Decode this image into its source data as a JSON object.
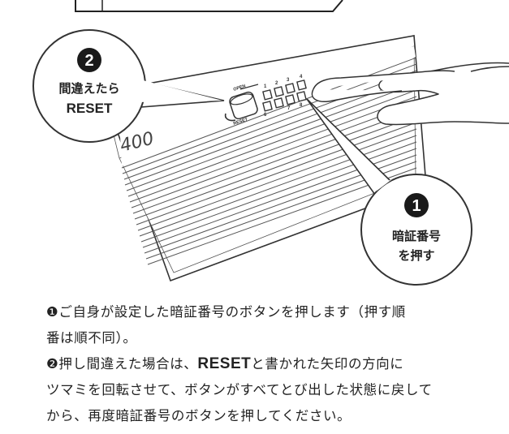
{
  "illustration": {
    "model_number": "400",
    "knob_labels": {
      "open": "OPEN",
      "reset": "RESET"
    },
    "keypad_digits_top": [
      "1",
      "2",
      "3",
      "4"
    ],
    "keypad_digits_bottom": [
      "6",
      "7",
      "8"
    ],
    "callout_reset": {
      "number": "2",
      "line1": "間違えたら",
      "line2": "RESET"
    },
    "callout_code": {
      "number": "1",
      "line1": "暗証番号",
      "line2": "を押す"
    }
  },
  "instructions": {
    "step1": {
      "marker": "❶",
      "line1": "ご自身が設定した暗証番号のボタンを押します（押す順",
      "line2": "番は順不同）。"
    },
    "step2": {
      "marker": "❷",
      "before": "押し間違えた場合は、",
      "bold": "RESET",
      "after": "と書かれた矢印の方向に",
      "line2": "ツマミを回転させて、ボタンがすべてとび出した状態に戻して",
      "line3": "から、再度暗証番号のボタンを押してください。"
    }
  }
}
